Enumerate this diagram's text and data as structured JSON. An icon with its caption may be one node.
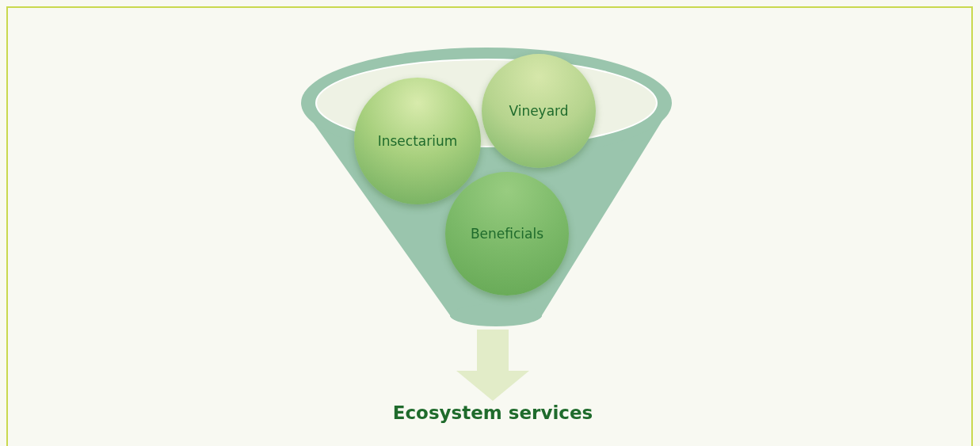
{
  "diagram": {
    "nodes": [
      {
        "text": [],
        "shape": "funnel"
      },
      {
        "text": [
          "Insectarium"
        ],
        "in": 0
      },
      {
        "text": [
          "Vineyard"
        ],
        "in": 0
      },
      {
        "text": [
          "Beneficials"
        ],
        "in": 0
      },
      {
        "text": [
          "Ecosystem services"
        ]
      }
    ],
    "edges": [
      {
        "from": 0,
        "to": 4,
        "arrow": "to"
      }
    ]
  }
}
